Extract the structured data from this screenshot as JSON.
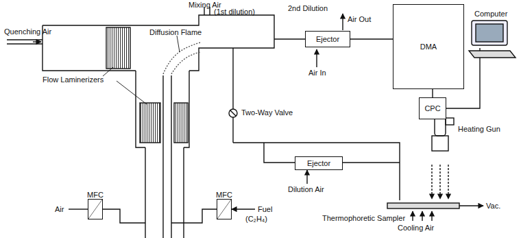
{
  "diagram": {
    "nodes": [
      {
        "text": [
          "Ejector"
        ]
      },
      {
        "text": [
          "DMA"
        ]
      },
      {
        "text": [
          "CPC"
        ]
      },
      {
        "text": [
          "Ejector"
        ]
      },
      {
        "text": [
          "MFC"
        ]
      },
      {
        "text": [
          "MFC"
        ]
      }
    ],
    "edges": [
      {
        "from": 0,
        "to": 1,
        "arrow": "none"
      },
      {
        "from": 1,
        "to": 2,
        "arrow": "none"
      }
    ],
    "labels": [
      "Quenching Air",
      "Diffusion Flame",
      "Mixing Air",
      "(1st dilution)",
      "Flow Laminerizers",
      "2nd Dilution",
      "Air Out",
      "Air In",
      "Computer",
      "Two-Way Valve",
      "Dilution Air",
      "Heating Gun",
      "Thermophoretic Sampler",
      "Vac.",
      "Cooling Air",
      "Air",
      "Fuel",
      "(C₂H₄)"
    ]
  }
}
